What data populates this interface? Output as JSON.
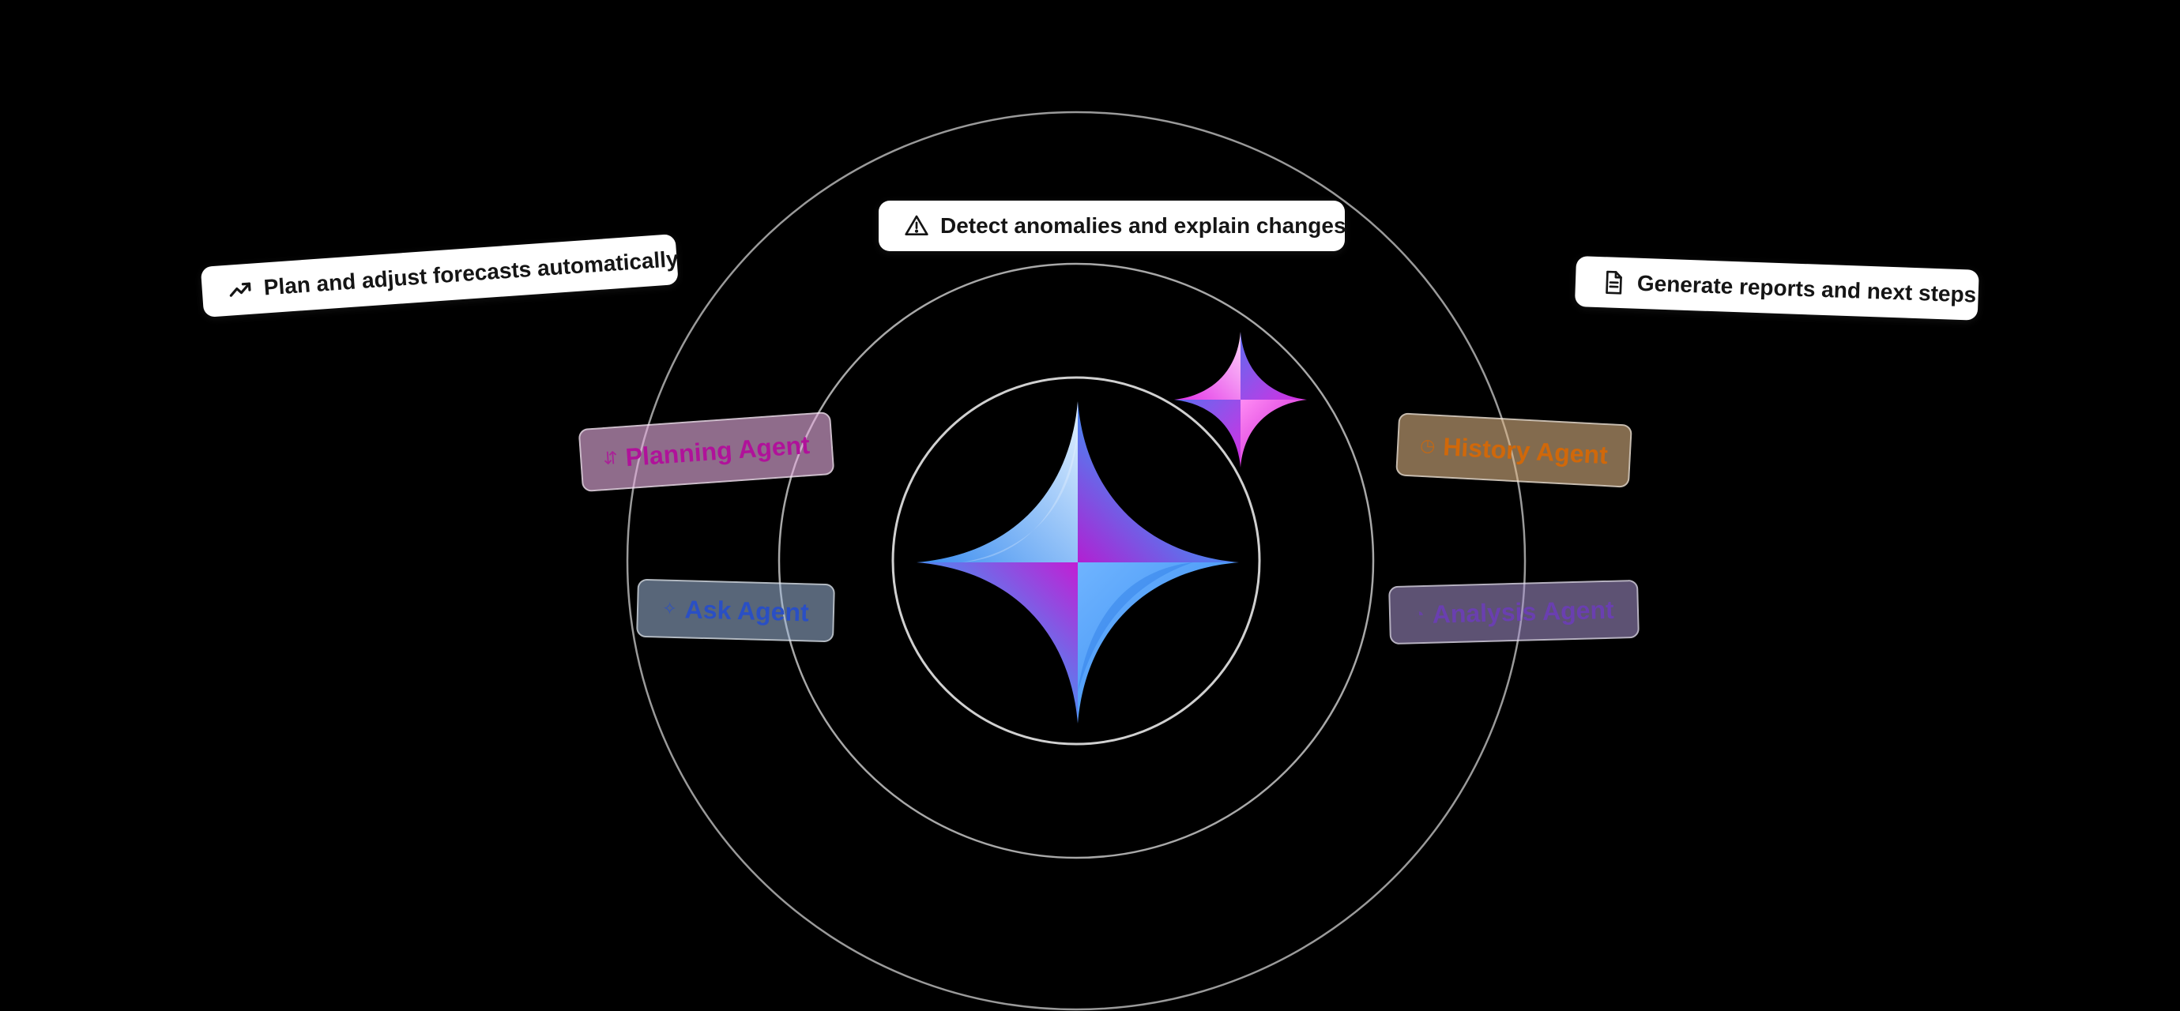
{
  "pills": {
    "forecast": {
      "label": "Plan and adjust forecasts automatically",
      "icon": "trending-up-icon"
    },
    "anomalies": {
      "label": "Detect anomalies and explain changes",
      "icon": "warning-triangle-icon"
    },
    "reports": {
      "label": "Generate reports and next steps",
      "icon": "document-icon"
    }
  },
  "agents": {
    "planning": {
      "label": "Planning Agent",
      "icon": "swap-arrows-icon",
      "glyph": "⇵",
      "color": "#b0129a"
    },
    "history": {
      "label": "History Agent",
      "icon": "clock-icon",
      "glyph": "◷",
      "color": "#d0680a"
    },
    "ask": {
      "label": "Ask Agent",
      "icon": "sparkle-icon",
      "glyph": "✧",
      "color": "#2a4fc4"
    },
    "analysis": {
      "label": "Analysis Agent",
      "icon": "chart-icon",
      "glyph": "◔",
      "color": "#6a3fb0"
    }
  },
  "colors": {
    "background": "#000000",
    "ring": "#bfbfbf",
    "star_blue_light": "#d8ecff",
    "star_blue": "#4a9df5",
    "star_magenta": "#c81fd6",
    "star_pink": "#ff7af0"
  }
}
